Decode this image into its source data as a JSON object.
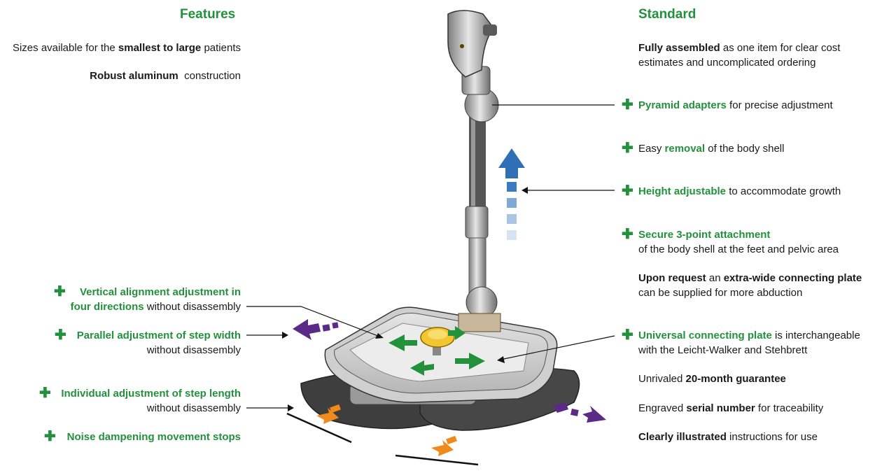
{
  "left": {
    "heading": "Features",
    "sizes": {
      "pre": "Sizes available for the ",
      "bold": "smallest to large",
      "post": " patients"
    },
    "robust": {
      "bold": "Robust aluminum",
      "post": "  construction"
    },
    "vertical": {
      "line1": "Vertical alignment adjustment in",
      "line2_green": "four directions",
      "line2_post": " without disassembly"
    },
    "parallel": {
      "line1": "Parallel adjustment of step width",
      "line2": "without disassembly"
    },
    "individual": {
      "line1": "Individual adjustment of step length",
      "line2": "without disassembly"
    },
    "noise": {
      "line1": "Noise dampening movement stops"
    }
  },
  "right": {
    "heading": "Standard",
    "assembled": {
      "bold": "Fully assembled",
      "post": " as one item for clear cost",
      "line2": "estimates and uncomplicated ordering"
    },
    "pyramid": {
      "green": "Pyramid adapters",
      "post": " for precise adjustment"
    },
    "removal": {
      "pre": "Easy ",
      "green": "removal",
      "post": " of the body shell"
    },
    "height": {
      "green": "Height adjustable",
      "post": " to accommodate growth"
    },
    "secure": {
      "green": "Secure 3-point attachment",
      "line2": "of the body shell at the feet and pelvic area"
    },
    "request": {
      "bold1": "Upon request",
      "mid": " an ",
      "bold2": "extra-wide connecting plate",
      "line2": "can be supplied for more abduction"
    },
    "universal": {
      "green": "Universal connecting plate",
      "post": " is interchangeable",
      "line2": "with the Leicht-Walker and Stehbrett"
    },
    "guarantee": {
      "pre": "Unrivaled ",
      "bold": "20-month guarantee"
    },
    "serial": {
      "pre": "Engraved ",
      "bold": "serial number",
      "post": " for traceability"
    },
    "illustrated": {
      "bold": "Clearly illustrated",
      "post": " instructions for use"
    }
  },
  "plus_symbol": "✚",
  "colors": {
    "green": "#23913c",
    "purple": "#5b2a86",
    "orange": "#f08a1c",
    "blue": "#2f6fb5"
  }
}
